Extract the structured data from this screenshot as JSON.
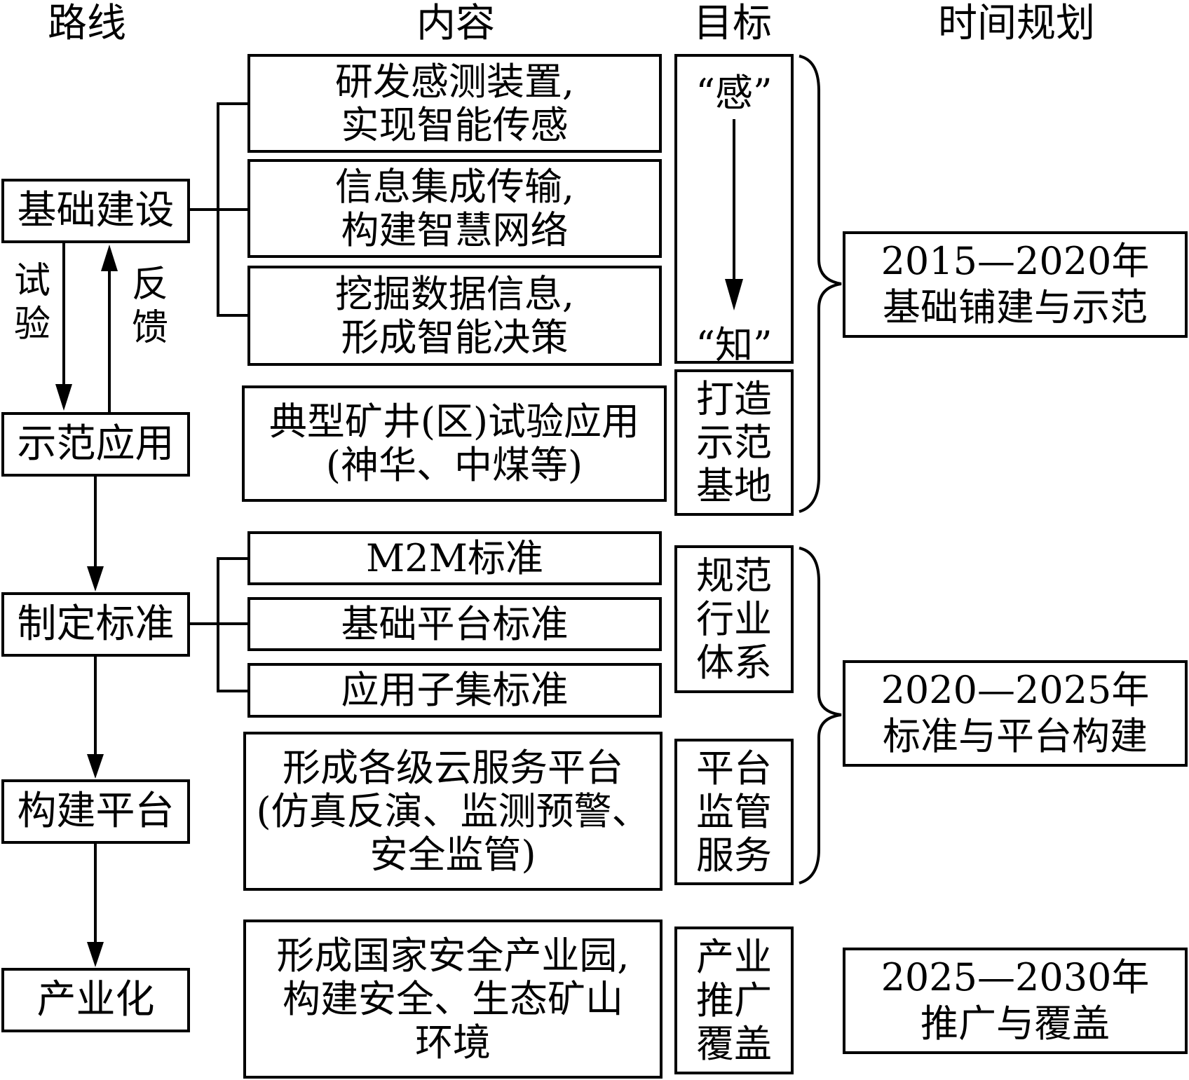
{
  "headers": {
    "route": "路线",
    "content": "内容",
    "goal": "目标",
    "time": "时间规划"
  },
  "routes": {
    "jichu": "基础建设",
    "shifan": "示范应用",
    "zhiding": "制定标准",
    "goujian": "构建平台",
    "chanye": "产业化"
  },
  "side_labels": {
    "test": [
      "试",
      "验"
    ],
    "feedback": [
      "反",
      "馈"
    ]
  },
  "content": {
    "c1": [
      "研发感测装置,",
      "实现智能传感"
    ],
    "c2": [
      "信息集成传输,",
      "构建智慧网络"
    ],
    "c3": [
      "挖掘数据信息,",
      "形成智能决策"
    ],
    "c4": [
      "典型矿井(区)试验应用",
      "(神华、中煤等)"
    ],
    "c5": [
      "M2M标准"
    ],
    "c6": [
      "基础平台标准"
    ],
    "c7": [
      "应用子集标准"
    ],
    "c8": [
      "形成各级云服务平台",
      "(仿真反演、监测预警、",
      "安全监管)"
    ],
    "c9": [
      "形成国家安全产业园,",
      "构建安全、生态矿山",
      "环境"
    ]
  },
  "goals": {
    "gan": "“感”",
    "zhi": "“知”",
    "g2": [
      "打造",
      "示范",
      "基地"
    ],
    "g3": [
      "规范",
      "行业",
      "体系"
    ],
    "g4": [
      "平台",
      "监管",
      "服务"
    ],
    "g5": [
      "产业",
      "推广",
      "覆盖"
    ]
  },
  "time_plan": {
    "t1": [
      "2015—2020年",
      "基础铺建与示范"
    ],
    "t2": [
      "2020—2025年",
      "标准与平台构建"
    ],
    "t3": [
      "2025—2030年",
      "推广与覆盖"
    ]
  }
}
